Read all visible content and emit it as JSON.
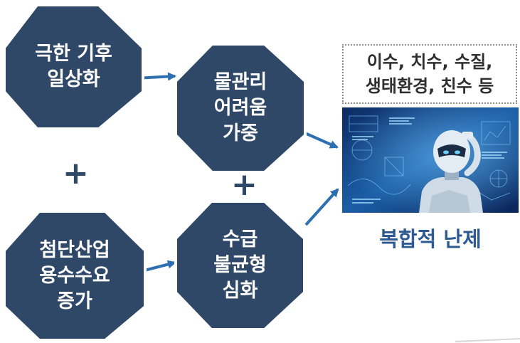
{
  "nodes": {
    "extreme_climate": {
      "lines": [
        "극한 기후",
        "일상화"
      ]
    },
    "water_management": {
      "lines": [
        "물관리",
        "어려움",
        "가중"
      ]
    },
    "supply_imbalance": {
      "lines": [
        "수급",
        "불균형",
        "심화"
      ]
    },
    "industry_demand": {
      "lines": [
        "첨단산업",
        "용수수요",
        "증가"
      ]
    }
  },
  "plus_signs": [
    "+",
    "+"
  ],
  "issues_box": {
    "lines": [
      "이수, 치수, 수질,",
      "생태환경, 친수 등"
    ]
  },
  "caption": "복합적 난제",
  "colors": {
    "node_fill": "#2f4868",
    "node_outline": "#ffffff",
    "arrow": "#2e6fb2",
    "caption": "#2d5a91"
  }
}
